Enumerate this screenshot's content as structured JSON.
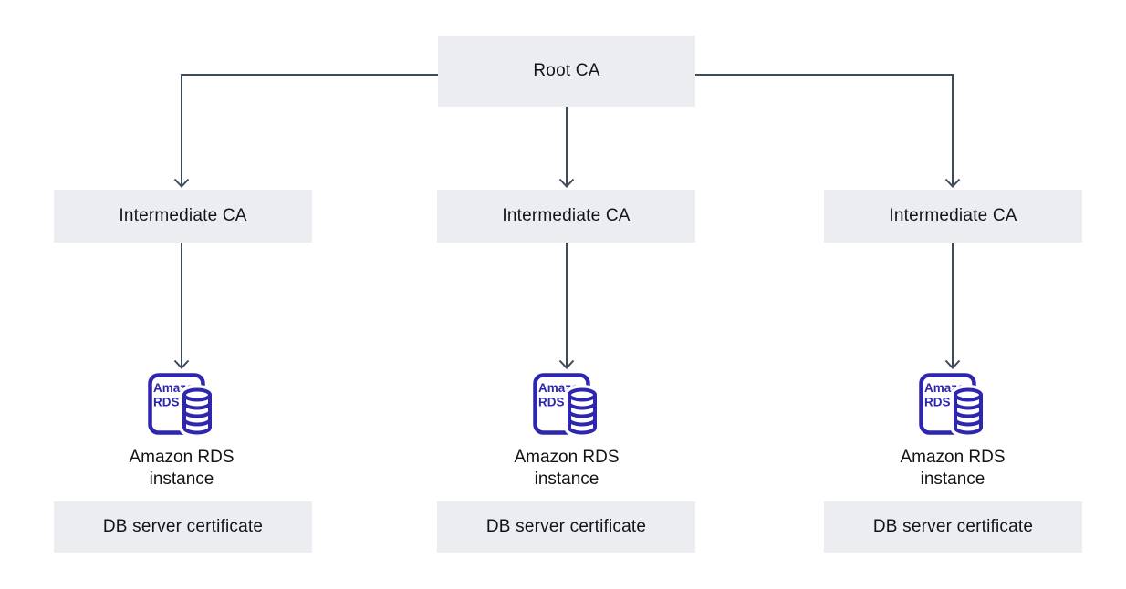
{
  "diagram": {
    "type": "certificate-hierarchy",
    "root": {
      "label": "Root CA"
    },
    "rds_icon_text": {
      "line1": "Amazon",
      "line2": "RDS"
    },
    "columns": [
      {
        "intermediate_label": "Intermediate CA",
        "instance_line1": "Amazon RDS",
        "instance_line2": "instance",
        "certificate_label": "DB server certificate"
      },
      {
        "intermediate_label": "Intermediate CA",
        "instance_line1": "Amazon RDS",
        "instance_line2": "instance",
        "certificate_label": "DB server certificate"
      },
      {
        "intermediate_label": "Intermediate CA",
        "instance_line1": "Amazon RDS",
        "instance_line2": "instance",
        "certificate_label": "DB server certificate"
      }
    ],
    "colors": {
      "node_bg": "#ECEDF1",
      "connector": "#3E4B5B",
      "rds_icon": "#2E27AD",
      "text": "#121417"
    }
  }
}
